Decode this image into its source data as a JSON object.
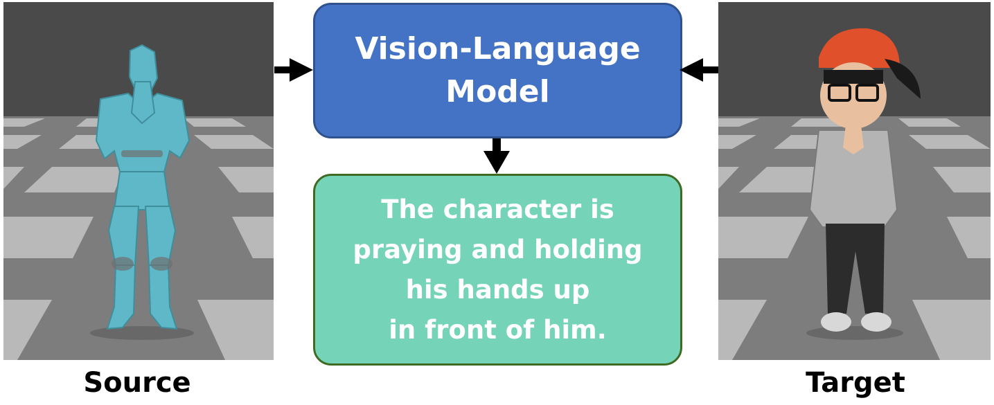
{
  "model_box": {
    "line1": "Vision-Language",
    "line2": "Model"
  },
  "output_box": {
    "lines": [
      "The character is",
      "praying and holding",
      "his hands up",
      "in front of him."
    ]
  },
  "source": {
    "label": "Source"
  },
  "target": {
    "label": "Target"
  },
  "colors": {
    "model_fill": "#4472c4",
    "model_border": "#2f528f",
    "output_fill": "#75d3b8",
    "output_border": "#3f6a24",
    "source_character": "#5fb8c8"
  }
}
